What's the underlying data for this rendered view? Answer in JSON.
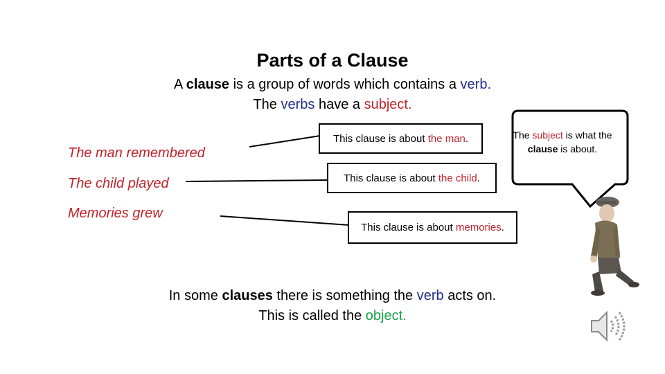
{
  "title": "Parts of a Clause",
  "intro": {
    "line1": {
      "a": "A ",
      "b": "clause",
      "c": " is a group of words which contains a ",
      "d": "verb",
      "e": "."
    },
    "line2": {
      "a": "The ",
      "b": "verbs",
      "c": " have a ",
      "d": "subject",
      "e": "."
    }
  },
  "clauses": [
    "The man remembered",
    "The child played",
    "Memories grew"
  ],
  "boxes": [
    {
      "prefix": "This clause is about ",
      "subject": "the man",
      "suffix": "."
    },
    {
      "prefix": "This clause is about ",
      "subject": "the child",
      "suffix": "."
    },
    {
      "prefix": "This clause is about ",
      "subject": "memories",
      "suffix": "."
    }
  ],
  "bubble": {
    "a": "The ",
    "b": "subject",
    "c": " is what the ",
    "d": "clause",
    "e": " is about."
  },
  "bottom": {
    "line1": {
      "a": "In some ",
      "b": "clauses",
      "c": " there is something the ",
      "d": "verb",
      "e": " acts on."
    },
    "line2": {
      "a": "This is called the ",
      "b": "object",
      "c": "."
    }
  },
  "icons": {
    "speaker": "speaker-icon",
    "figure": "kneeling-boy-figure"
  },
  "colors": {
    "subject": "#c0232b",
    "verb": "#1f2d8a",
    "object": "#18a24a"
  }
}
